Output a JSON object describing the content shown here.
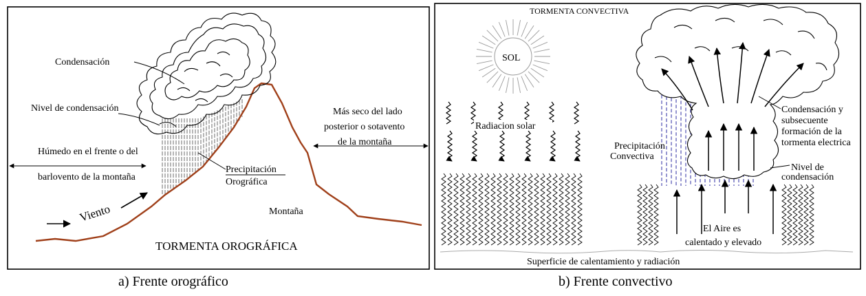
{
  "panel_a": {
    "title": "TORMENTA OROGRÁFICA",
    "condensacion": "Condensación",
    "nivel": "Nivel de condensación",
    "humedo_line1": "Húmedo en el frente o del",
    "humedo_line2": "barlovento de la montaña",
    "seco_line1": "Más seco del lado",
    "seco_line2": "posterior o sotavento",
    "seco_line3": "de la montaña",
    "precip_line1": "Precipitación",
    "precip_line2": "Orográfica",
    "viento": "Viento",
    "montana": "Montaña",
    "caption": "a)   Frente orográfico"
  },
  "panel_b": {
    "title": "TORMENTA CONVECTIVA",
    "sol": "SOL",
    "radiacion": "Radiacion solar",
    "precip_line1": "Precipitación",
    "precip_line2": "Convectiva",
    "cond_line1": "Condensación y",
    "cond_line2": "subsecuente",
    "cond_line3": "formación de la",
    "cond_line4": "tormenta electrica",
    "nivel_line1": "Nivel de",
    "nivel_line2": "condensación",
    "aire_line1": "El Aire es",
    "aire_line2": "calentado y elevado",
    "superficie": "Superficie de calentamiento y radiación",
    "caption": "b)   Frente convectivo"
  },
  "colors": {
    "mountain": "#a0401a",
    "precip_convective": "#2a2aa0",
    "line": "#000000"
  }
}
